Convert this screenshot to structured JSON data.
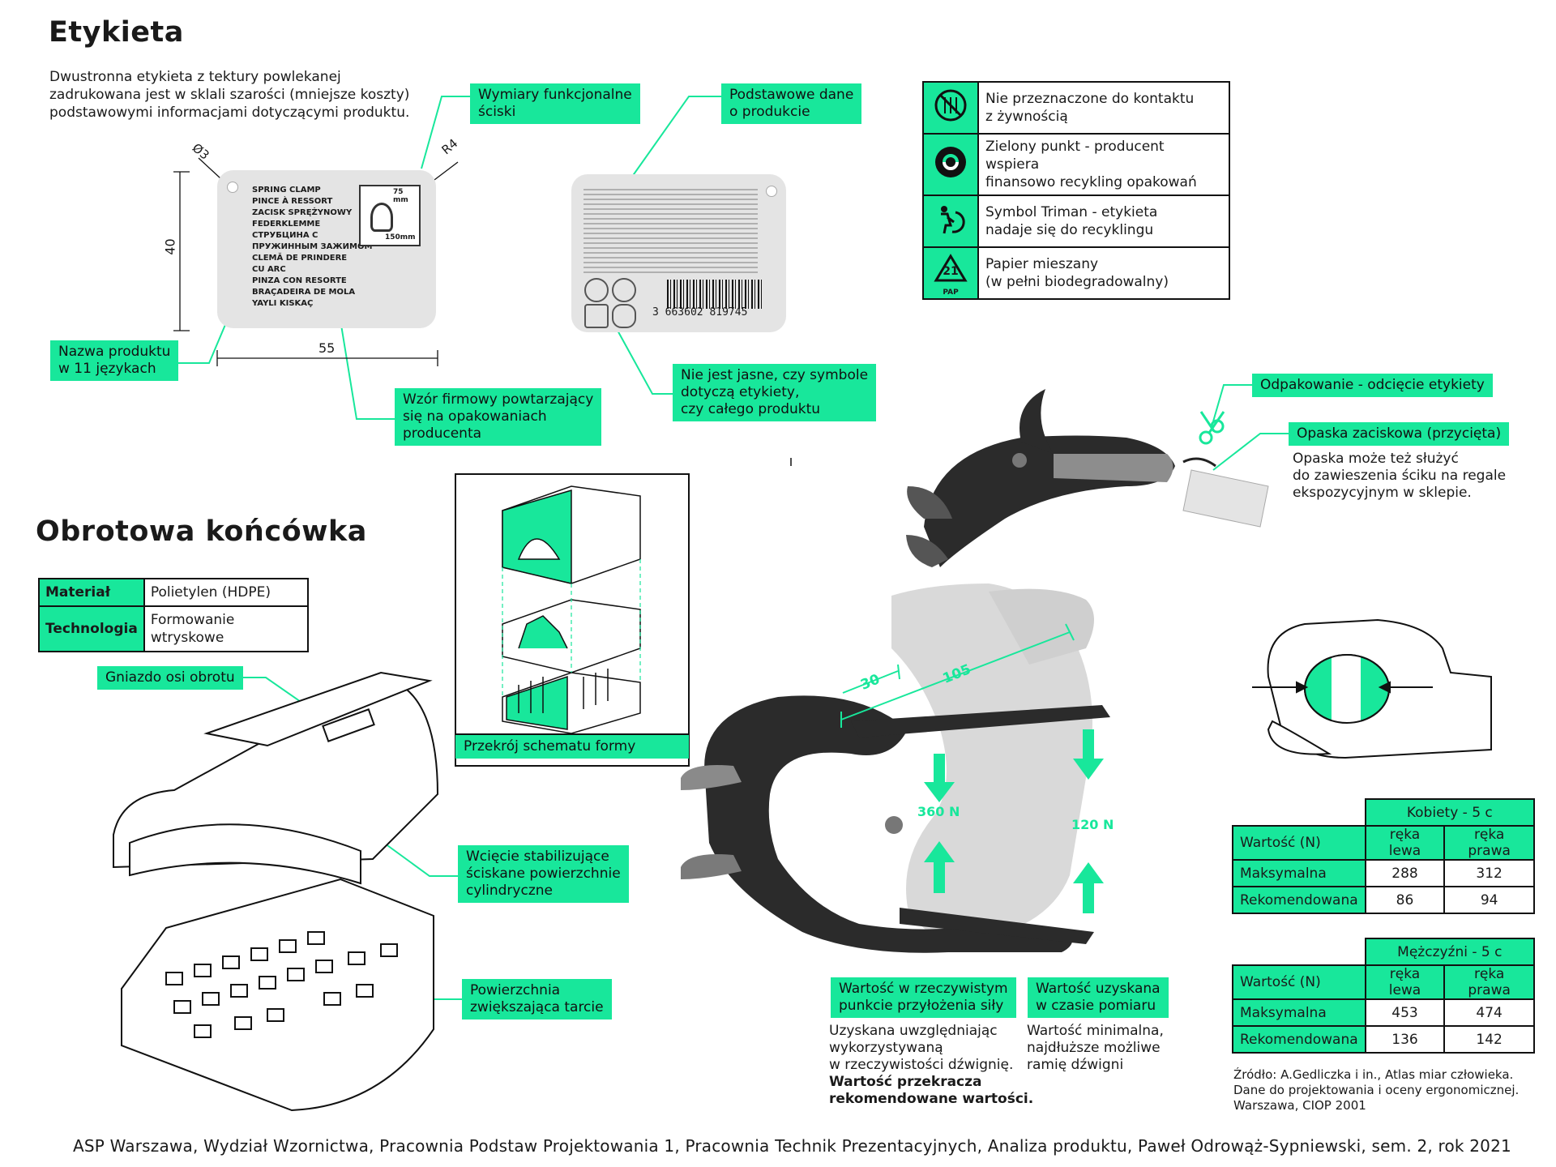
{
  "sections": {
    "label_title": "Etykieta",
    "label_desc": [
      "Dwustronna etykieta z tektury powlekanej",
      "zadrukowana jest w sklali szarości (mniejsze koszty)",
      "podstawowymi informacjami dotyczącymi produktu."
    ],
    "rotary_title": "Obrotowa końcówka"
  },
  "label_front": {
    "lines": [
      "SPRING CLAMP",
      "PINCE À RESSORT",
      "ZACISK SPRĘŻYNOWY",
      "FEDERKLEMME",
      "СТРУБЦИНА С",
      "ПРУЖИННЫМ ЗАЖИМОМ",
      "CLEMĂ DE PRINDERE",
      "CU ARC",
      "PINZA CON RESORTE",
      "BRAÇADEIRA DE MOLA",
      "YAYLI KISKAÇ"
    ],
    "dim_width": "55",
    "dim_height": "40",
    "dim_hole": "Ø3",
    "dim_radius": "R4",
    "icon_dim_a": "75 mm",
    "icon_dim_b": "150mm"
  },
  "label_back": {
    "barcode_number": "3 663602 819745"
  },
  "callouts": {
    "functional_dims": [
      "Wymiary funkcjonalne",
      "ściski"
    ],
    "basic_data": [
      "Podstawowe dane",
      "o produkcie"
    ],
    "product_name": [
      "Nazwa produktu",
      "w 11 językach"
    ],
    "brand_pattern": [
      "Wzór firmowy powtarzający",
      "się na opakowaniach",
      "producenta"
    ],
    "unclear_symbols": [
      "Nie jest jasne, czy symbole",
      "dotyczą etykiety,",
      "czy całego produktu"
    ],
    "unpacking": "Odpakowanie - odcięcie etykiety",
    "cable_tie": "Opaska zaciskowa (przycięta)",
    "cable_tie_note": [
      "Opaska może też służyć",
      "do zawieszenia ściku na regale",
      "ekspozycyjnym w sklepie."
    ],
    "axis_socket": "Gniazdo osi obrotu",
    "mold_section": "Przekrój schematu formy",
    "stabilizing_cut": [
      "Wcięcie stabilizujące",
      "ściskane powierzchnie",
      "cylindryczne"
    ],
    "friction_surface": [
      "Powierzchnia",
      "zwiększająca tarcie"
    ],
    "actual_value": [
      "Wartość w rzeczywistym",
      "punkcie przyłożenia siły"
    ],
    "actual_value_note": [
      "Uzyskana uwzględniając",
      "wykorzystywaną",
      "w rzeczywistości dźwignię."
    ],
    "actual_value_note_bold": [
      "Wartość przekracza",
      "rekomendowane wartości."
    ],
    "measured_value": [
      "Wartość uzyskana",
      "w czasie pomiaru"
    ],
    "measured_value_note": [
      "Wartość minimalna,",
      "najdłuższe możliwe",
      "ramię dźwigni"
    ]
  },
  "symbols": [
    {
      "icon": "not-for-food-icon",
      "text": [
        "Nie przeznaczone do kontaktu",
        "z żywnością"
      ]
    },
    {
      "icon": "green-dot-icon",
      "text": [
        "Zielony punkt - producent wspiera",
        "finansowo recykling opakowań"
      ]
    },
    {
      "icon": "triman-icon",
      "text": [
        "Symbol Triman - etykieta",
        "nadaje się do recyklingu"
      ]
    },
    {
      "icon": "pap21-icon",
      "text": [
        "Papier mieszany",
        "(w pełni biodegradowalny)"
      ],
      "icon_label": "21",
      "icon_sub": "PAP"
    }
  ],
  "material": [
    {
      "key": "Materiał",
      "value": "Polietylen (HDPE)"
    },
    {
      "key": "Technologia",
      "value": "Formowanie wtryskowe"
    }
  ],
  "clamp": {
    "dim_30": "30",
    "dim_105": "105",
    "force_actual": "360 N",
    "force_measured": "120 N"
  },
  "grip_tables": [
    {
      "title": "Kobiety - 5 c",
      "col_label": "Wartość (N)",
      "cols": [
        "ręka lewa",
        "ręka prawa"
      ],
      "rows": [
        {
          "label": "Maksymalna",
          "values": [
            "288",
            "312"
          ]
        },
        {
          "label": "Rekomendowana",
          "values": [
            "86",
            "94"
          ]
        }
      ]
    },
    {
      "title": "Mężczyźni - 5 c",
      "col_label": "Wartość (N)",
      "cols": [
        "ręka lewa",
        "ręka prawa"
      ],
      "rows": [
        {
          "label": "Maksymalna",
          "values": [
            "453",
            "474"
          ]
        },
        {
          "label": "Rekomendowana",
          "values": [
            "136",
            "142"
          ]
        }
      ]
    }
  ],
  "source": [
    "Źródło: A.Gedliczka i in., Atlas miar człowieka.",
    "Dane do projektowania i oceny ergonomicznej.",
    "Warszawa, CIOP 2001"
  ],
  "footer": "ASP Warszawa, Wydział Wzornictwa, Pracownia Podstaw Projektowania 1, Pracownia Technik Prezentacyjnych, Analiza produktu, Paweł Odrowąż-Sypniewski, sem. 2, rok 2021",
  "colors": {
    "accent": "#18e79b",
    "ink": "#111111",
    "card": "#e4e4e4",
    "clamp": "#2a2a2a"
  }
}
